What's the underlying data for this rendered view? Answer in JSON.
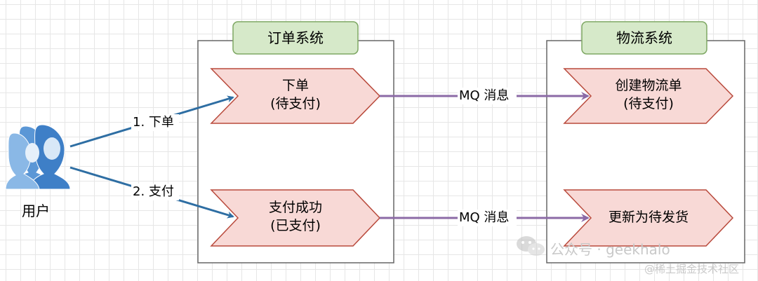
{
  "user": {
    "label": "用户",
    "icon": "user-group-icon"
  },
  "order_system": {
    "title": "订单系统",
    "steps": [
      {
        "line1": "下单",
        "line2": "(待支付)"
      },
      {
        "line1": "支付成功",
        "line2": "(已支付)"
      }
    ]
  },
  "logistics_system": {
    "title": "物流系统",
    "steps": [
      {
        "line1": "创建物流单",
        "line2": "(待支付)"
      },
      {
        "line1": "更新为待发货"
      }
    ]
  },
  "user_actions": {
    "order": "1. 下单",
    "pay": "2. 支付"
  },
  "mq_labels": [
    "MQ 消息",
    "MQ 消息"
  ],
  "watermark": {
    "wechat": "公众号 · geekhalo",
    "juejin": "@稀土掘金技术社区"
  },
  "colors": {
    "step_fill": "#f8d9d6",
    "step_stroke": "#b94a3c",
    "title_fill": "#d6e9c9",
    "title_stroke": "#7ea763",
    "user_arrow": "#2e6ea3",
    "mq_arrow": "#8b6aa6",
    "box_stroke": "#666666"
  }
}
